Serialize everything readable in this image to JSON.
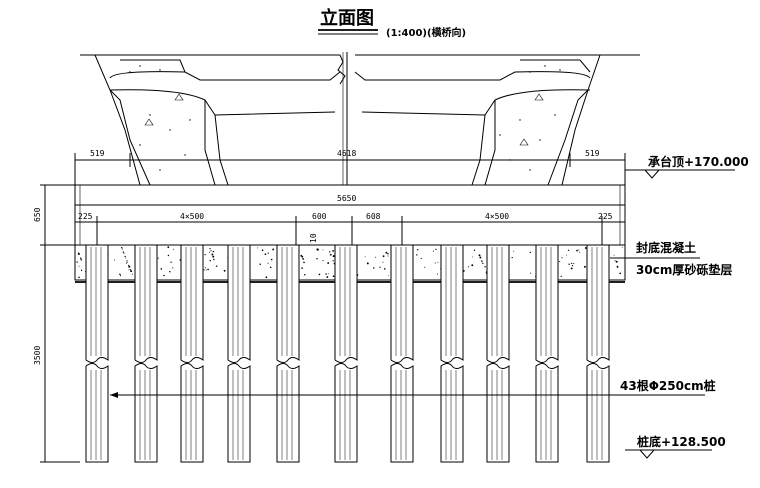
{
  "title": "立面图",
  "scale_note": "(1:400)(横桥向)",
  "dimensions": {
    "pier_left": "519",
    "pier_total": "4618",
    "pier_right": "519",
    "cap_total": "5650",
    "edge_left": "225",
    "spacing_left": "4×500",
    "center_left": "600",
    "center_right": "608",
    "spacing_right": "4×500",
    "edge_right": "225",
    "cap_height": "650",
    "seal_thickness": "10",
    "pile_length": "3500"
  },
  "labels": {
    "cap_top": "承台顶+170.000",
    "seal_concrete": "封底混凝土",
    "sand_layer": "30cm厚砂砾垫层",
    "piles": "43根Φ250cm桩",
    "pile_bottom": "桩底+128.500"
  }
}
